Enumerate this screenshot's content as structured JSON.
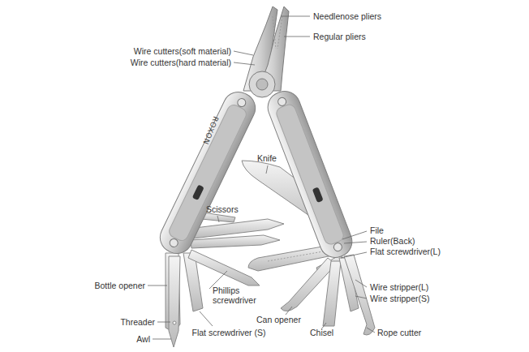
{
  "diagram": {
    "labels": [
      "Needlenose pliers",
      "Regular pliers",
      "Wire cutters(soft material)",
      "Wire cutters(hard material)",
      "Knife",
      "Scissors",
      "File",
      "Ruler(Back)",
      "Flat screwdriver(L)",
      "Bottle opener",
      "Phillips screwdriver",
      "Wire stripper(L)",
      "Wire stripper(S)",
      "Threader",
      "Awl",
      "Flat screwdriver (S)",
      "Can opener",
      "Chisel",
      "Rope cutter",
      "ROXON"
    ]
  }
}
